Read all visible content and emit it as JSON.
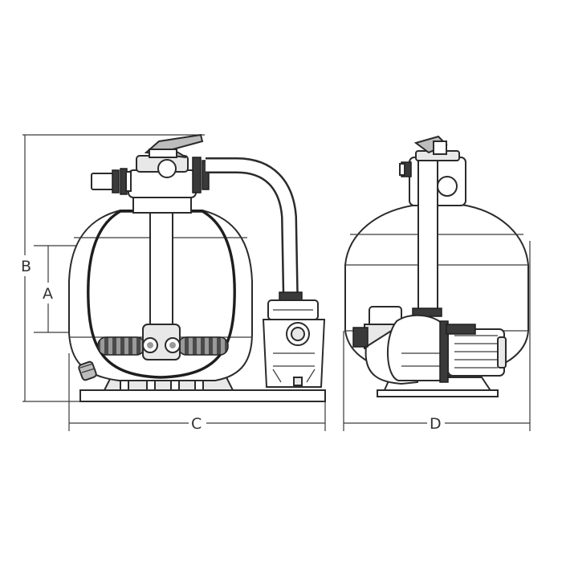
{
  "dimensions": {
    "a": "A",
    "b": "B",
    "c": "C",
    "d": "D"
  },
  "colors": {
    "line": "#2b2b2b",
    "sand_fill": "#e6e6e6",
    "background": "#ffffff"
  }
}
